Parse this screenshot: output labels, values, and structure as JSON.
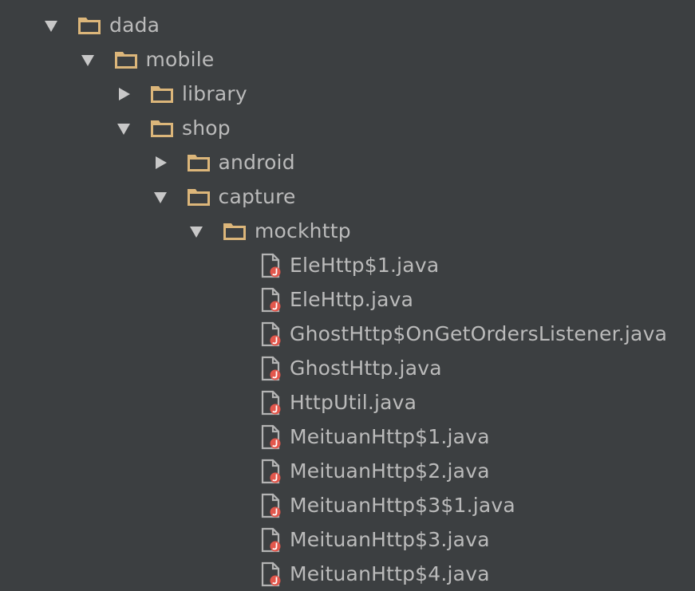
{
  "project_tree": {
    "colors": {
      "background": "#3c3f41",
      "text": "#bbbbbb",
      "folder": "#dcb67a",
      "arrow": "#c8c8c8",
      "java_badge": "#e2574c",
      "file_outline": "#b4b4b4"
    },
    "items": [
      {
        "label": "dada",
        "type": "folder",
        "depth": 0,
        "state": "expanded",
        "icon": "folder-icon"
      },
      {
        "label": "mobile",
        "type": "folder",
        "depth": 1,
        "state": "expanded",
        "icon": "folder-icon"
      },
      {
        "label": "library",
        "type": "folder",
        "depth": 2,
        "state": "collapsed",
        "icon": "folder-icon"
      },
      {
        "label": "shop",
        "type": "folder",
        "depth": 2,
        "state": "expanded",
        "icon": "folder-icon"
      },
      {
        "label": "android",
        "type": "folder",
        "depth": 3,
        "state": "collapsed",
        "icon": "folder-icon"
      },
      {
        "label": "capture",
        "type": "folder",
        "depth": 3,
        "state": "expanded",
        "icon": "folder-icon"
      },
      {
        "label": "mockhttp",
        "type": "folder",
        "depth": 4,
        "state": "expanded",
        "icon": "folder-icon"
      },
      {
        "label": "EleHttp$1.java",
        "type": "file",
        "depth": 5,
        "icon": "java-file-icon"
      },
      {
        "label": "EleHttp.java",
        "type": "file",
        "depth": 5,
        "icon": "java-file-icon"
      },
      {
        "label": "GhostHttp$OnGetOrdersListener.java",
        "type": "file",
        "depth": 5,
        "icon": "java-file-icon"
      },
      {
        "label": "GhostHttp.java",
        "type": "file",
        "depth": 5,
        "icon": "java-file-icon"
      },
      {
        "label": "HttpUtil.java",
        "type": "file",
        "depth": 5,
        "icon": "java-file-icon"
      },
      {
        "label": "MeituanHttp$1.java",
        "type": "file",
        "depth": 5,
        "icon": "java-file-icon"
      },
      {
        "label": "MeituanHttp$2.java",
        "type": "file",
        "depth": 5,
        "icon": "java-file-icon"
      },
      {
        "label": "MeituanHttp$3$1.java",
        "type": "file",
        "depth": 5,
        "icon": "java-file-icon"
      },
      {
        "label": "MeituanHttp$3.java",
        "type": "file",
        "depth": 5,
        "icon": "java-file-icon"
      },
      {
        "label": "MeituanHttp$4.java",
        "type": "file",
        "depth": 5,
        "icon": "java-file-icon"
      }
    ]
  }
}
